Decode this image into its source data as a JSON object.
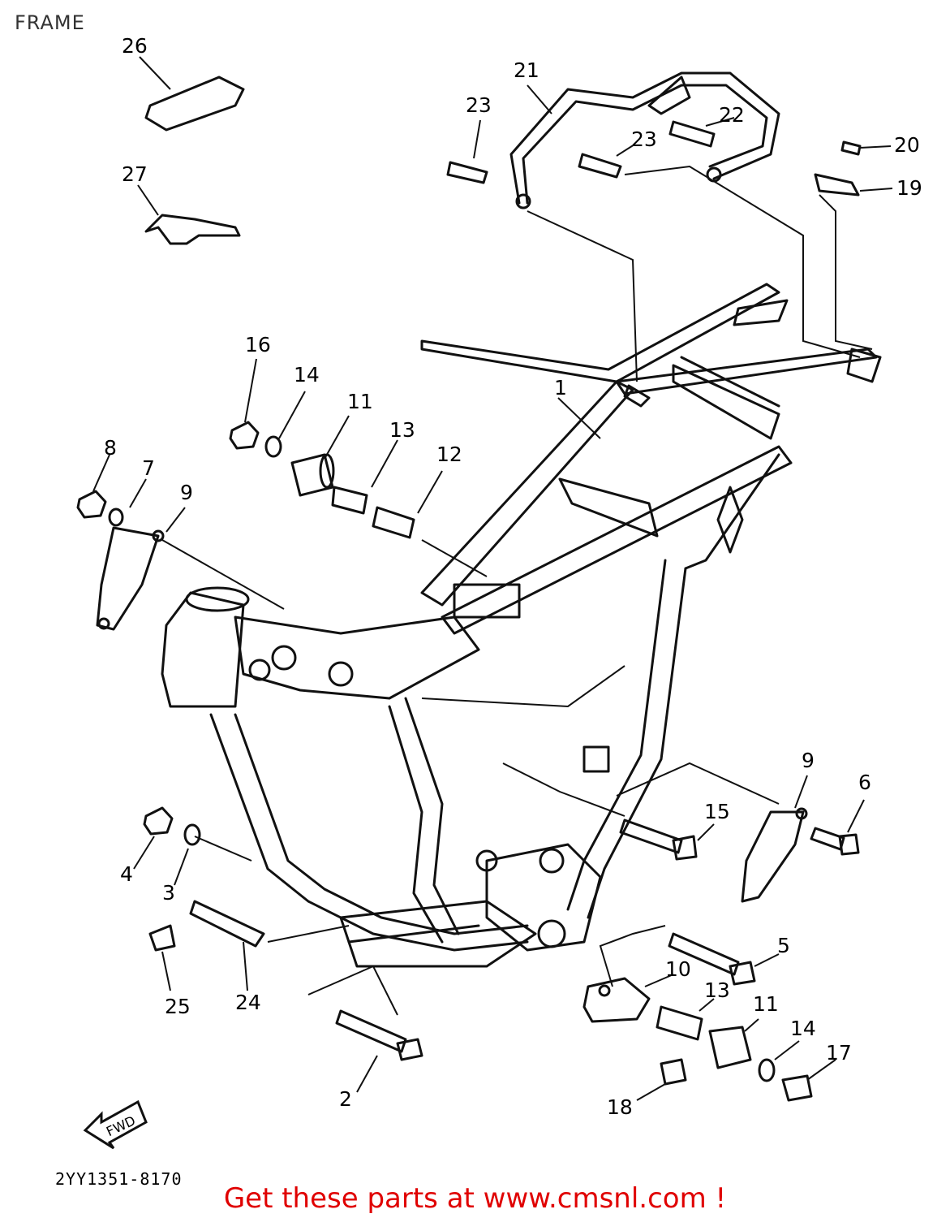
{
  "page": {
    "title": "FRAME",
    "drawing_number": "2YY1351-8170",
    "promo_text": "Get these parts at www.cmsnl.com !",
    "fwd_label": "FWD"
  },
  "callouts": [
    {
      "label": "1"
    },
    {
      "label": "2"
    },
    {
      "label": "3"
    },
    {
      "label": "4"
    },
    {
      "label": "5"
    },
    {
      "label": "6"
    },
    {
      "label": "7"
    },
    {
      "label": "8"
    },
    {
      "label": "9"
    },
    {
      "label": "9"
    },
    {
      "label": "10"
    },
    {
      "label": "11"
    },
    {
      "label": "11"
    },
    {
      "label": "12"
    },
    {
      "label": "13"
    },
    {
      "label": "13"
    },
    {
      "label": "14"
    },
    {
      "label": "14"
    },
    {
      "label": "15"
    },
    {
      "label": "16"
    },
    {
      "label": "17"
    },
    {
      "label": "18"
    },
    {
      "label": "19"
    },
    {
      "label": "20"
    },
    {
      "label": "21"
    },
    {
      "label": "22"
    },
    {
      "label": "23"
    },
    {
      "label": "23"
    },
    {
      "label": "24"
    },
    {
      "label": "25"
    },
    {
      "label": "26"
    },
    {
      "label": "27"
    }
  ],
  "colors": {
    "line": "#111111",
    "promo": "#e00000"
  }
}
